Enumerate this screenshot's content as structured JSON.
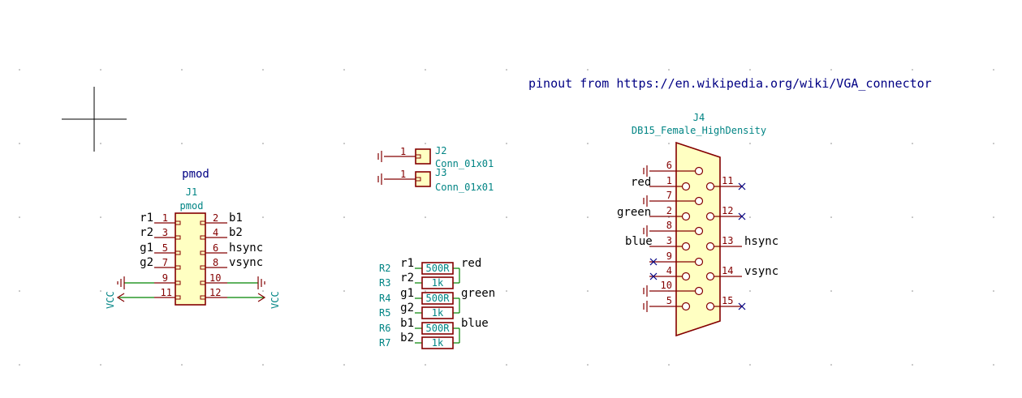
{
  "note": "pinout from https://en.wikipedia.org/wiki/VGA_connector",
  "j1": {
    "label": "pmod",
    "ref": "J1",
    "value": "pmod",
    "left_nets": [
      "r1",
      "r2",
      "g1",
      "g2"
    ],
    "right_nets": [
      "b1",
      "b2",
      "hsync",
      "vsync"
    ],
    "left_pins": [
      "1",
      "3",
      "5",
      "7",
      "9",
      "11"
    ],
    "right_pins": [
      "2",
      "4",
      "6",
      "8",
      "10",
      "12"
    ],
    "power_left": "VCC",
    "power_right": "VCC"
  },
  "j2": {
    "ref": "J2",
    "value": "Conn_01x01",
    "pin": "1"
  },
  "j3": {
    "ref": "J3",
    "value": "Conn_01x01",
    "pin": "1"
  },
  "resistors": [
    {
      "ref": "R2",
      "net": "r1",
      "value": "500R"
    },
    {
      "ref": "R3",
      "net": "r2",
      "value": "1k"
    },
    {
      "ref": "R4",
      "net": "g1",
      "value": "500R"
    },
    {
      "ref": "R5",
      "net": "g2",
      "value": "1k"
    },
    {
      "ref": "R6",
      "net": "b1",
      "value": "500R"
    },
    {
      "ref": "R7",
      "net": "b2",
      "value": "1k"
    }
  ],
  "resistor_outputs": [
    "red",
    "green",
    "blue"
  ],
  "j4": {
    "ref": "J4",
    "value": "DB15_Female_HighDensity",
    "left_pins": [
      "6",
      "1",
      "7",
      "2",
      "8",
      "3",
      "9",
      "4",
      "10",
      "5"
    ],
    "right_pins": [
      "11",
      "12",
      "13",
      "14",
      "15"
    ],
    "left_nets": [
      "red",
      "green",
      "blue"
    ],
    "right_nets": [
      "hsync",
      "vsync"
    ]
  }
}
